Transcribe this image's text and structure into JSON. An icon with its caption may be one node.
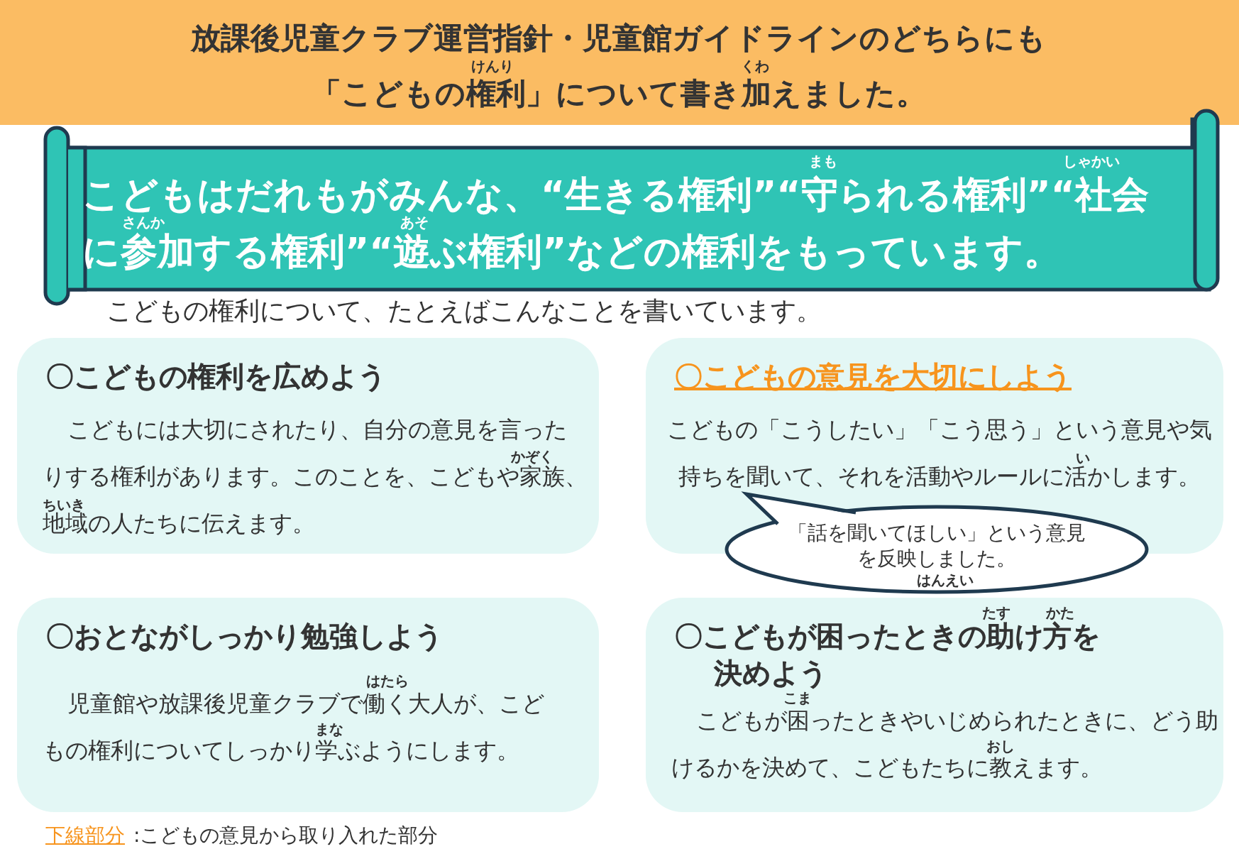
{
  "diagram": {
    "title": "放課後児童クラブ運営指針・児童館ガイドラインのどちらにも「こどもの権利」について書き加えました。",
    "nodes": [
      {
        "text": [
          "こどもはだれもがみんな、“生きる権利”“守られる権利”“社会に参加する権利”“遊ぶ権利”などの権利をもっています。"
        ]
      },
      {
        "text": [
          "〇こどもの権利を広めよう",
          "こどもには大切にされたり、自分の意見を言ったりする権利があります。このことを、こどもや家族、地域の人たちに伝えます。"
        ]
      },
      {
        "text": [
          "〇こどもの意見を大切にしよう",
          "こどもの「こうしたい」「こう思う」という意見や気持ちを聞いて、それを活動やルールに活かします。"
        ]
      },
      {
        "text": [
          "〇おとながしっかり勉強しよう",
          "児童館や放課後児童クラブで働く大人が、こどもの権利についてしっかり学ぶようにします。"
        ]
      },
      {
        "text": [
          "〇こどもが困ったときの助け方を決めよう",
          "こどもが困ったときやいじめられたときに、どう助けるかを決めて、こどもたちに教えます。"
        ]
      },
      {
        "text": [
          "「話を聞いてほしい」という意見を反映しました。"
        ]
      }
    ],
    "labels": [
      "けんり",
      "くわ",
      "まも",
      "しゃかい",
      "さんか",
      "あそ",
      "こどもの権利について、たとえばこんなことを書いています。",
      "かぞく",
      "ちいき",
      "い",
      "はんえい",
      "はたら",
      "まな",
      "たす",
      "かた",
      "こま",
      "おし",
      "下線部分",
      ":こどもの意見から取り入れた部分"
    ]
  }
}
